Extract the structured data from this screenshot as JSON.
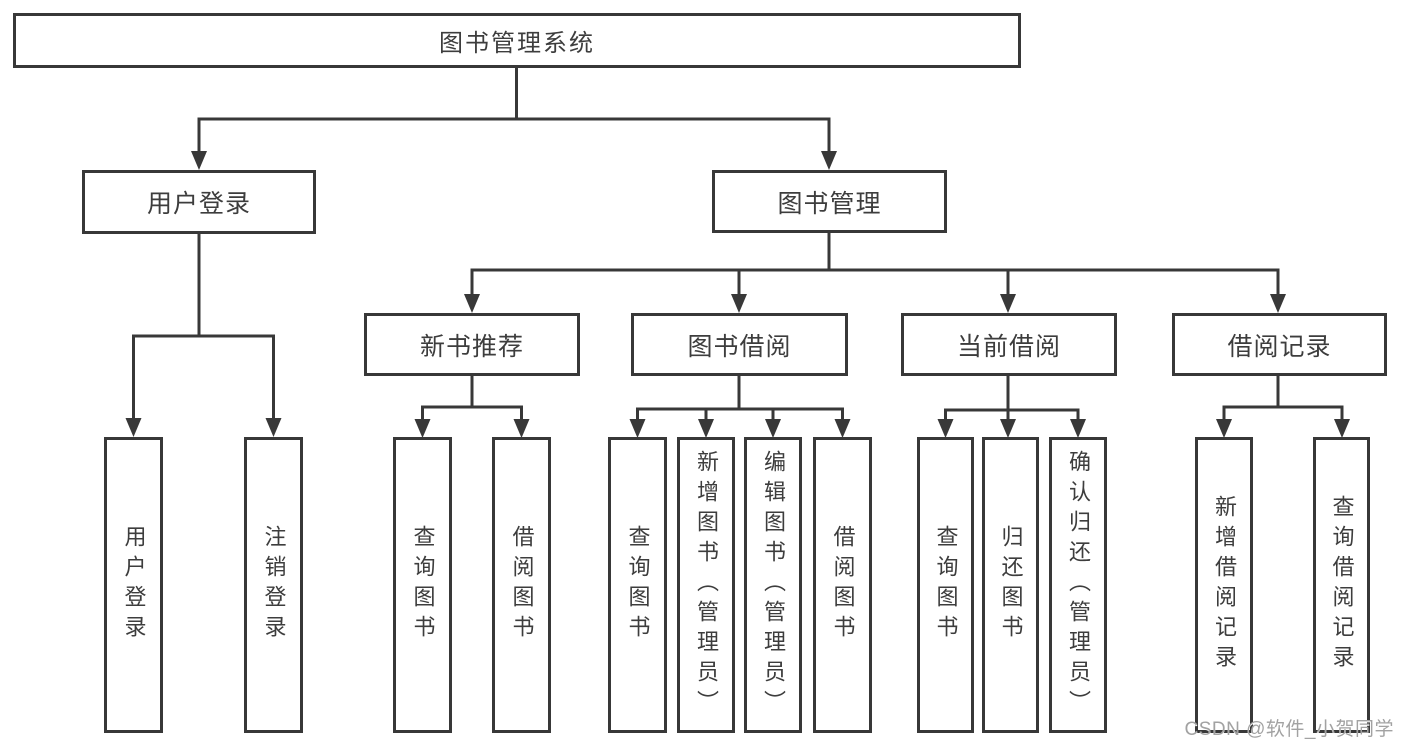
{
  "colors": {
    "line": "#383838",
    "box_border": "#383838",
    "text": "#3d3d3d",
    "watermark_text": "#a2a2a2",
    "background": "#ffffff"
  },
  "tree": {
    "root": {
      "label": "图书管理系统"
    },
    "user_login": {
      "label": "用户登录",
      "children": [
        {
          "label": "用户登录"
        },
        {
          "label": "注销登录"
        }
      ]
    },
    "book_mgmt": {
      "label": "图书管理",
      "sections": [
        {
          "label": "新书推荐",
          "children": [
            {
              "label": "查询图书"
            },
            {
              "label": "借阅图书"
            }
          ]
        },
        {
          "label": "图书借阅",
          "children": [
            {
              "label": "查询图书"
            },
            {
              "label": "新增图书（管理员）"
            },
            {
              "label": "编辑图书（管理员）"
            },
            {
              "label": "借阅图书"
            }
          ]
        },
        {
          "label": "当前借阅",
          "children": [
            {
              "label": "查询图书"
            },
            {
              "label": "归还图书"
            },
            {
              "label": "确认归还（管理员）"
            }
          ]
        },
        {
          "label": "借阅记录",
          "children": [
            {
              "label": "新增借阅记录"
            },
            {
              "label": "查询借阅记录"
            }
          ]
        }
      ]
    }
  },
  "watermark": {
    "text": "CSDN @软件_小贺同学"
  }
}
